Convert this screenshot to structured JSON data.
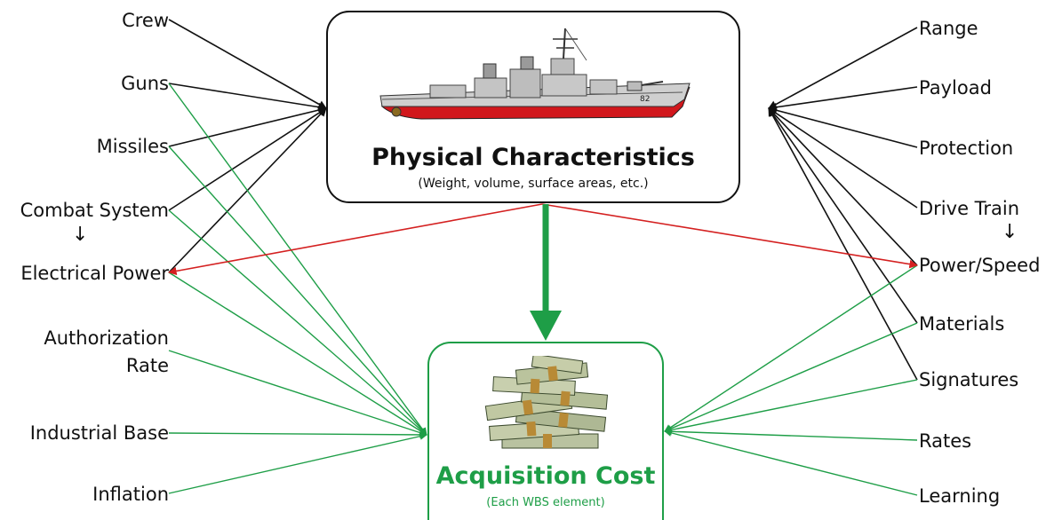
{
  "center": {
    "physical": {
      "title": "Physical Characteristics",
      "subtitle": "(Weight, volume, surface areas, etc.)",
      "image": "destroyer-ship",
      "hull_number": "82"
    },
    "cost": {
      "title": "Acquisition Cost",
      "subtitle": "(Each WBS element)",
      "image": "stack-of-money"
    }
  },
  "left_factors": [
    {
      "id": "crew",
      "label": "Crew"
    },
    {
      "id": "guns",
      "label": "Guns"
    },
    {
      "id": "missiles",
      "label": "Missiles"
    },
    {
      "id": "combat-system",
      "label": "Combat System"
    },
    {
      "id": "electrical-power",
      "label": "Electrical Power"
    },
    {
      "id": "authorization-rate",
      "label": "Authorization Rate",
      "lines": [
        "Authorization",
        "Rate"
      ]
    },
    {
      "id": "industrial-base",
      "label": "Industrial Base"
    },
    {
      "id": "inflation",
      "label": "Inflation"
    }
  ],
  "right_factors": [
    {
      "id": "range",
      "label": "Range"
    },
    {
      "id": "payload",
      "label": "Payload"
    },
    {
      "id": "protection",
      "label": "Protection"
    },
    {
      "id": "drive-train",
      "label": "Drive Train"
    },
    {
      "id": "power-speed",
      "label": "Power/Speed"
    },
    {
      "id": "materials",
      "label": "Materials"
    },
    {
      "id": "signatures",
      "label": "Signatures"
    },
    {
      "id": "rates",
      "label": "Rates"
    },
    {
      "id": "learning",
      "label": "Learning"
    }
  ],
  "dependencies": [
    {
      "from": "combat-system",
      "to": "electrical-power"
    },
    {
      "from": "drive-train",
      "to": "power-speed"
    }
  ],
  "edges": {
    "to_physical": [
      "crew",
      "guns",
      "missiles",
      "combat-system",
      "electrical-power",
      "range",
      "payload",
      "protection",
      "drive-train",
      "power-speed",
      "materials",
      "signatures"
    ],
    "to_cost": [
      "guns",
      "missiles",
      "combat-system",
      "electrical-power",
      "authorization-rate",
      "industrial-base",
      "inflation",
      "power-speed",
      "materials",
      "signatures",
      "rates",
      "learning"
    ],
    "from_physical": [
      "electrical-power",
      "power-speed"
    ],
    "physical_to_cost": true
  },
  "colors": {
    "black_edge": "#111111",
    "green_edge": "#1e9e47",
    "red_edge": "#d42020",
    "hull_red": "#d1171c",
    "superstructure_gray": "#c9c9c9"
  }
}
